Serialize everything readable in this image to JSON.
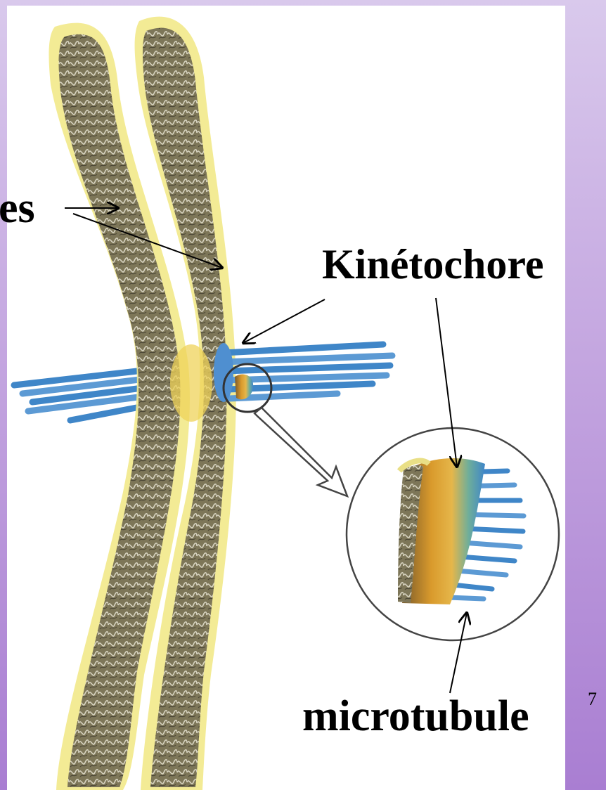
{
  "labels": {
    "truncated_left": "es",
    "kinetochore": "Kinétochore",
    "microtubule": "microtubule"
  },
  "slide_number": "7",
  "colors": {
    "background_top": "#d9c9ec",
    "background_bottom": "#a97ed2",
    "panel": "#ffffff",
    "chromatid_fill": "#8a8464",
    "chromatid_halo": "#f2e98a",
    "microtubule": "#3f86c8",
    "kinetochore_layer": "#d7902e"
  },
  "icons": [
    "arrow-icon",
    "hollow-arrow-icon",
    "magnifier-circle"
  ]
}
